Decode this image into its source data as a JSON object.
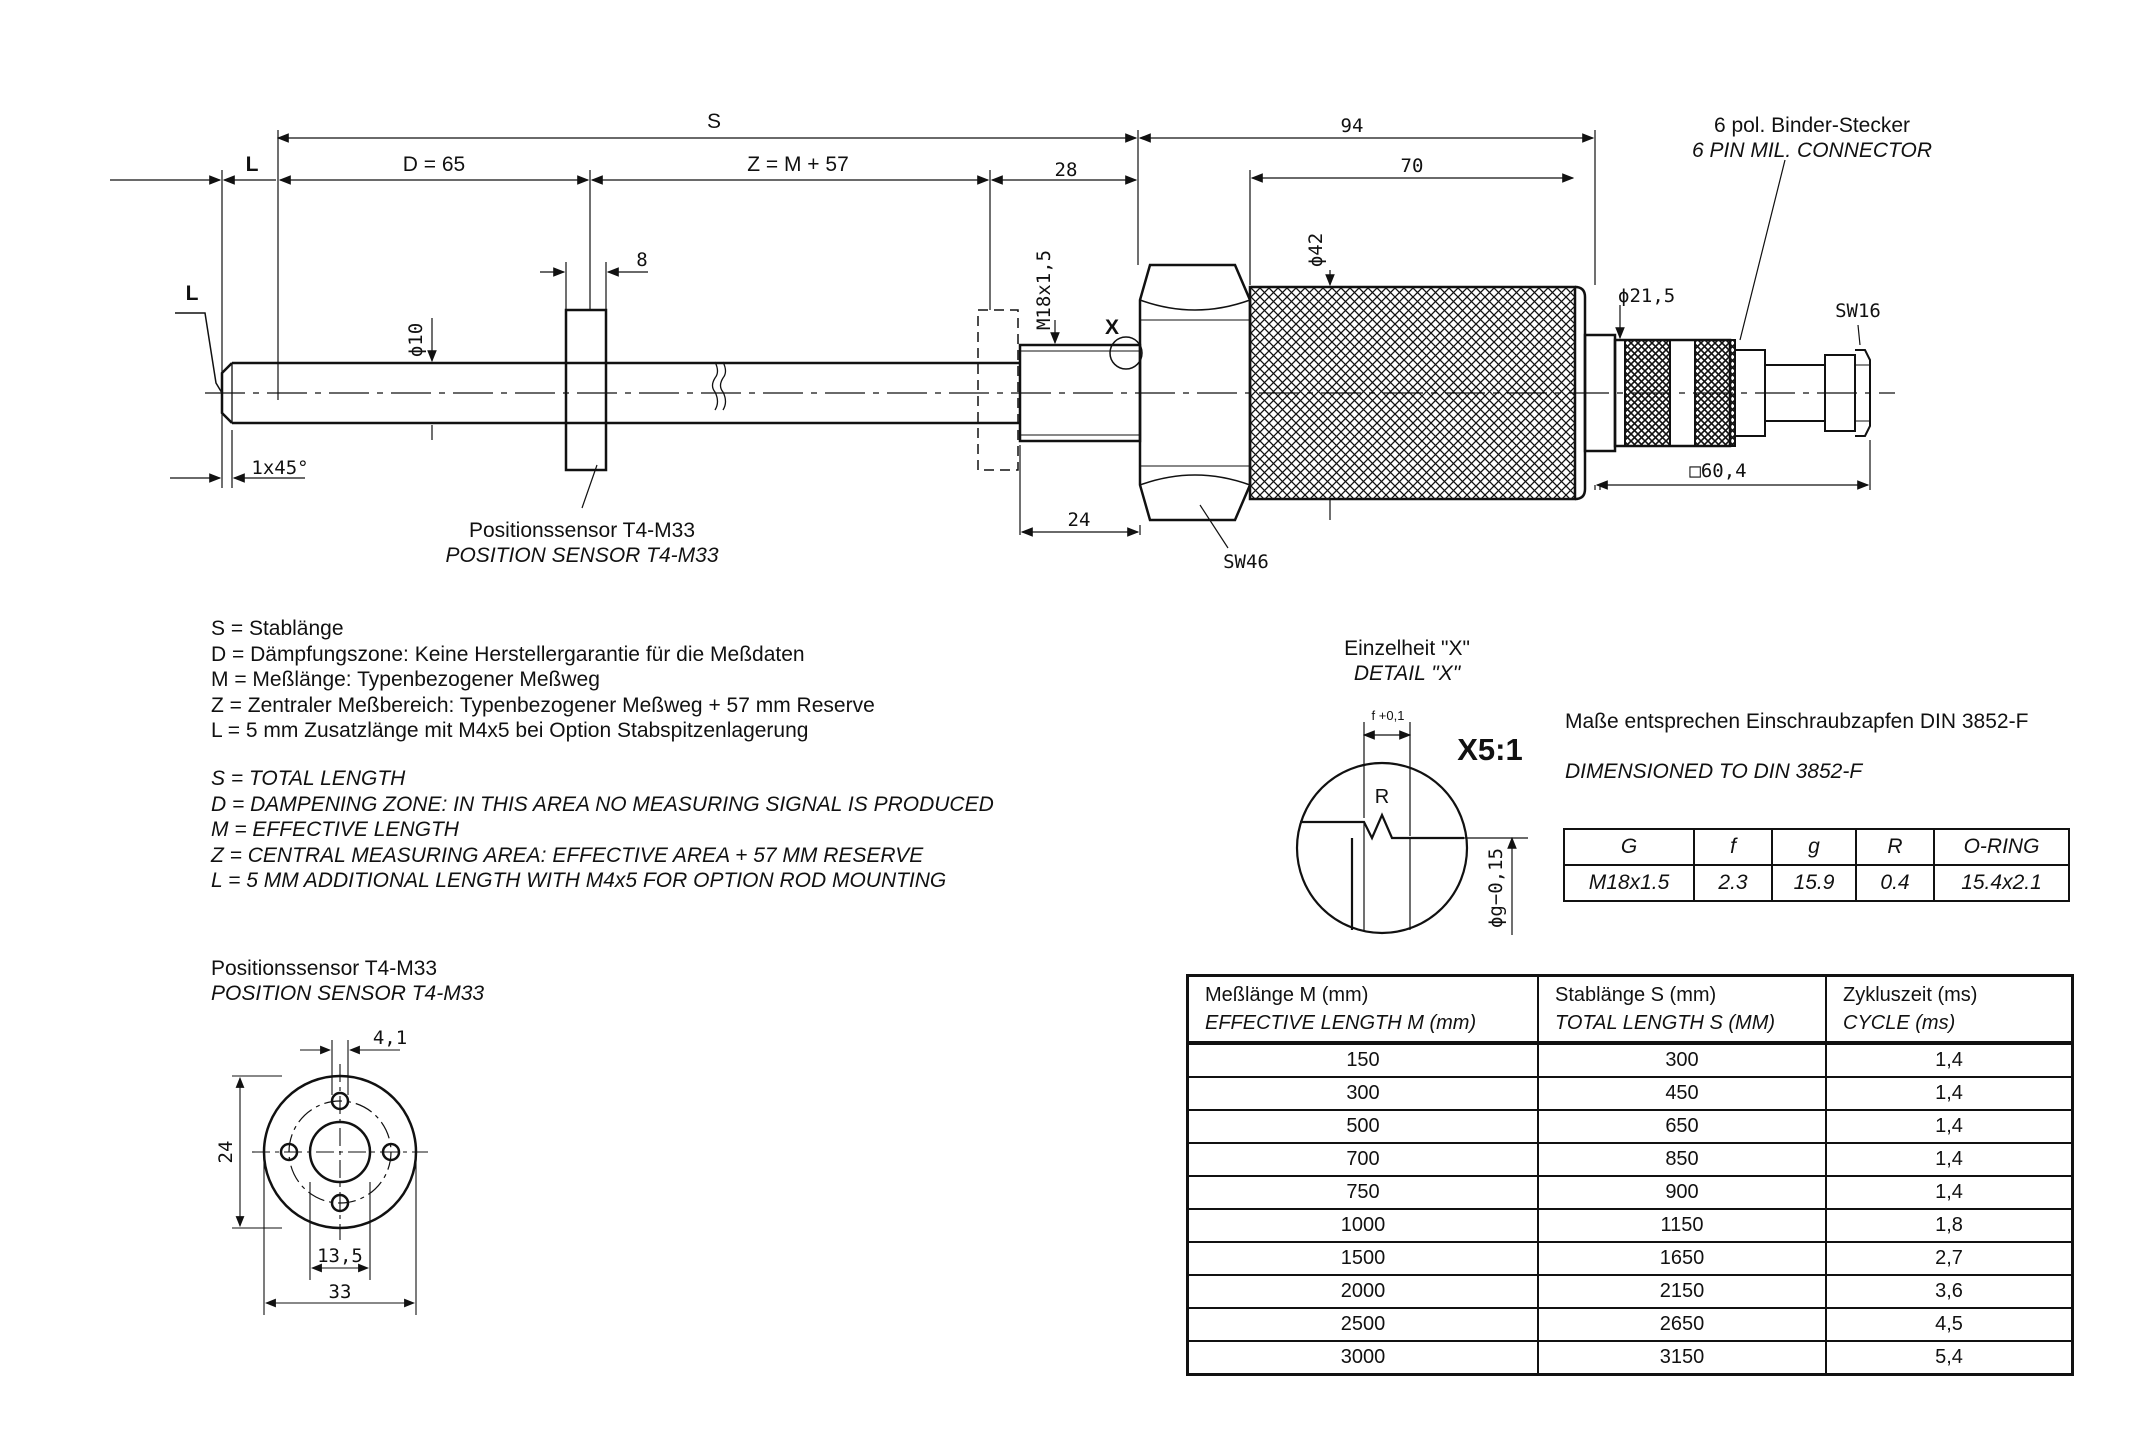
{
  "drawing": {
    "dim_S": "S",
    "dim_L_top": "L",
    "dim_L_side": "L",
    "dim_D": "D = 65",
    "dim_Z": "Z = M + 57",
    "dim_28": "28",
    "dim_94": "94",
    "dim_70": "70",
    "dim_8": "8",
    "dim_phi10": "ϕ10",
    "dim_M18": "M18x1,5",
    "dim_X": "X",
    "dim_phi42": "ϕ42",
    "dim_phi21": "ϕ21,5",
    "dim_sw16": "SW16",
    "dim_60": "□60,4",
    "dim_24": "24",
    "dim_sw46": "SW46",
    "dim_chamfer": "1x45°",
    "connector_de": "6 pol. Binder-Stecker",
    "connector_en": "6 PIN MIL. CONNECTOR",
    "sensor_de": "Positionssensor T4-M33",
    "sensor_en": "POSITION SENSOR T4-M33"
  },
  "legend_de": [
    "S = Stablänge",
    "D = Dämpfungszone: Keine Herstellergarantie für die Meßdaten",
    "M = Meßlänge: Typenbezogener Meßweg",
    "Z = Zentraler Meßbereich: Typenbezogener Meßweg + 57 mm Reserve",
    "L = 5 mm Zusatzlänge mit M4x5 bei Option Stabspitzenlagerung"
  ],
  "legend_en": [
    "S = TOTAL LENGTH",
    "D = DAMPENING ZONE: IN THIS AREA NO MEASURING SIGNAL IS PRODUCED",
    "M = EFFECTIVE LENGTH",
    "Z = CENTRAL MEASURING AREA: EFFECTIVE AREA + 57 MM RESERVE",
    "L = 5 MM ADDITIONAL LENGTH WITH M4x5 FOR OPTION ROD MOUNTING"
  ],
  "detail": {
    "title_de": "Einzelheit \"X\"",
    "title_en": "DETAIL \"X\"",
    "scale": "X5:1",
    "f_label": "f +0,1",
    "r_label": "R",
    "g_label": "ϕg−0,15"
  },
  "din": {
    "de": "Maße entsprechen Einschraubzapfen DIN 3852-F",
    "en": "DIMENSIONED TO DIN 3852-F"
  },
  "spec_table": {
    "headers": [
      "G",
      "f",
      "g",
      "R",
      "O-RING"
    ],
    "values": [
      "M18x1.5",
      "2.3",
      "15.9",
      "0.4",
      "15.4x2.1"
    ]
  },
  "flange": {
    "title_de": "Positionssensor T4-M33",
    "title_en": "POSITION SENSOR T4-M33",
    "dim_41": "4,1",
    "dim_24": "24",
    "dim_135": "13,5",
    "dim_33": "33"
  },
  "length_table": {
    "headers": [
      {
        "de": "Meßlänge M (mm)",
        "en": "EFFECTIVE LENGTH M (mm)"
      },
      {
        "de": "Stablänge S (mm)",
        "en": "TOTAL LENGTH S (MM)"
      },
      {
        "de": "Zykluszeit (ms)",
        "en": "CYCLE (ms)"
      }
    ],
    "rows": [
      [
        "150",
        "300",
        "1,4"
      ],
      [
        "300",
        "450",
        "1,4"
      ],
      [
        "500",
        "650",
        "1,4"
      ],
      [
        "700",
        "850",
        "1,4"
      ],
      [
        "750",
        "900",
        "1,4"
      ],
      [
        "1000",
        "1150",
        "1,8"
      ],
      [
        "1500",
        "1650",
        "2,7"
      ],
      [
        "2000",
        "2150",
        "3,6"
      ],
      [
        "2500",
        "2650",
        "4,5"
      ],
      [
        "3000",
        "3150",
        "5,4"
      ]
    ]
  }
}
